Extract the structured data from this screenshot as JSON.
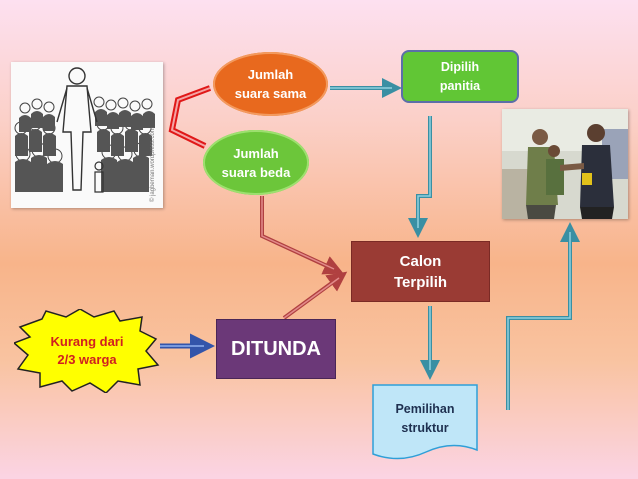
{
  "nodes": {
    "jumlah_sama": [
      "Jumlah",
      "suara sama"
    ],
    "jumlah_beda": [
      "Jumlah",
      "suara beda"
    ],
    "dipilih": [
      "Dipilih",
      "panitia"
    ],
    "calon": [
      "Calon",
      "Terpilih"
    ],
    "ditunda": "DITUNDA",
    "kurang": [
      "Kurang dari",
      "2/3 warga"
    ],
    "pemilihan": [
      "Pemilihan",
      "struktur"
    ]
  },
  "colors": {
    "sama": "#e8691e",
    "beda": "#6cc63a",
    "dipilih": "#61c635",
    "calon": "#9a3b34",
    "ditunda": "#6b3878",
    "kurang": "#ffff00",
    "pemilihan": "#bfe6f8",
    "arrow_teal": "#3a8fa3",
    "arrow_red": "#b04040"
  },
  "images": {
    "left": "crowd-sketch",
    "right": "handshake-photo"
  }
}
